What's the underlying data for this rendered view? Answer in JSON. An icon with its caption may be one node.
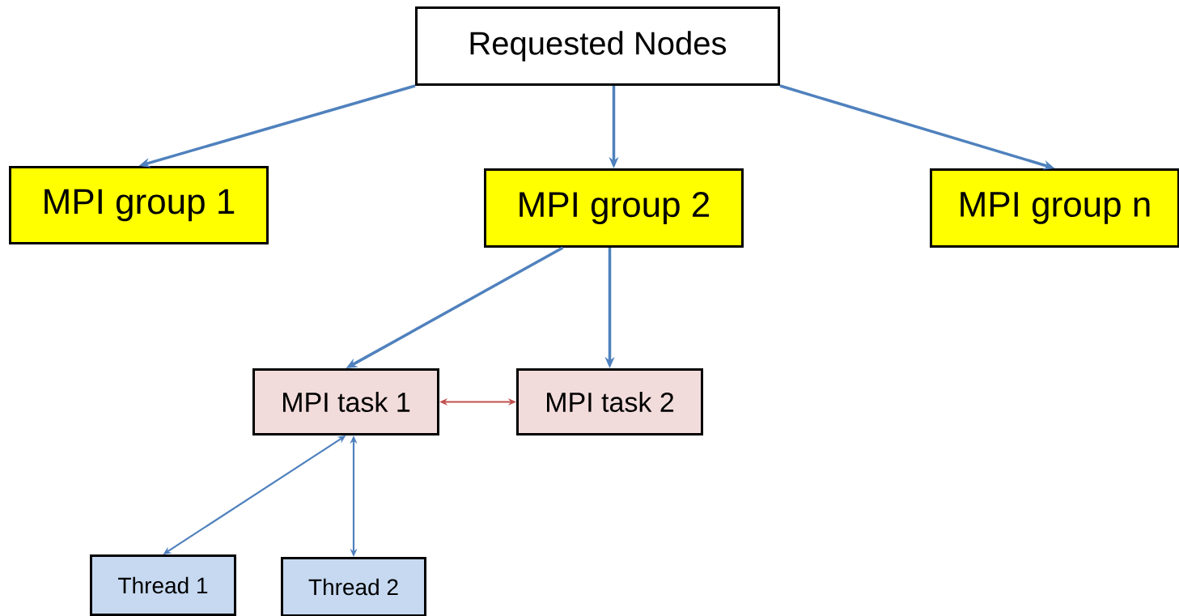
{
  "diagram": {
    "nodes": [
      {
        "text": [
          "Requested Nodes"
        ]
      },
      {
        "text": [
          "MPI group 1"
        ]
      },
      {
        "text": [
          "MPI group 2"
        ]
      },
      {
        "text": [
          "MPI group n"
        ]
      },
      {
        "text": [
          "MPI task 1"
        ]
      },
      {
        "text": [
          "MPI task 2"
        ]
      },
      {
        "text": [
          "Thread 1"
        ]
      },
      {
        "text": [
          "Thread 2"
        ]
      }
    ],
    "edges": [
      {
        "from": 0,
        "to": 1,
        "arrow": "to"
      },
      {
        "from": 0,
        "to": 2,
        "arrow": "to"
      },
      {
        "from": 0,
        "to": 3,
        "arrow": "to"
      },
      {
        "from": 2,
        "to": 4,
        "arrow": "to"
      },
      {
        "from": 2,
        "to": 5,
        "arrow": "to"
      },
      {
        "from": 4,
        "to": 5,
        "arrow": "both",
        "color": "#c0504d"
      },
      {
        "from": 4,
        "to": 6,
        "arrow": "both"
      },
      {
        "from": 4,
        "to": 7,
        "arrow": "both"
      }
    ]
  }
}
